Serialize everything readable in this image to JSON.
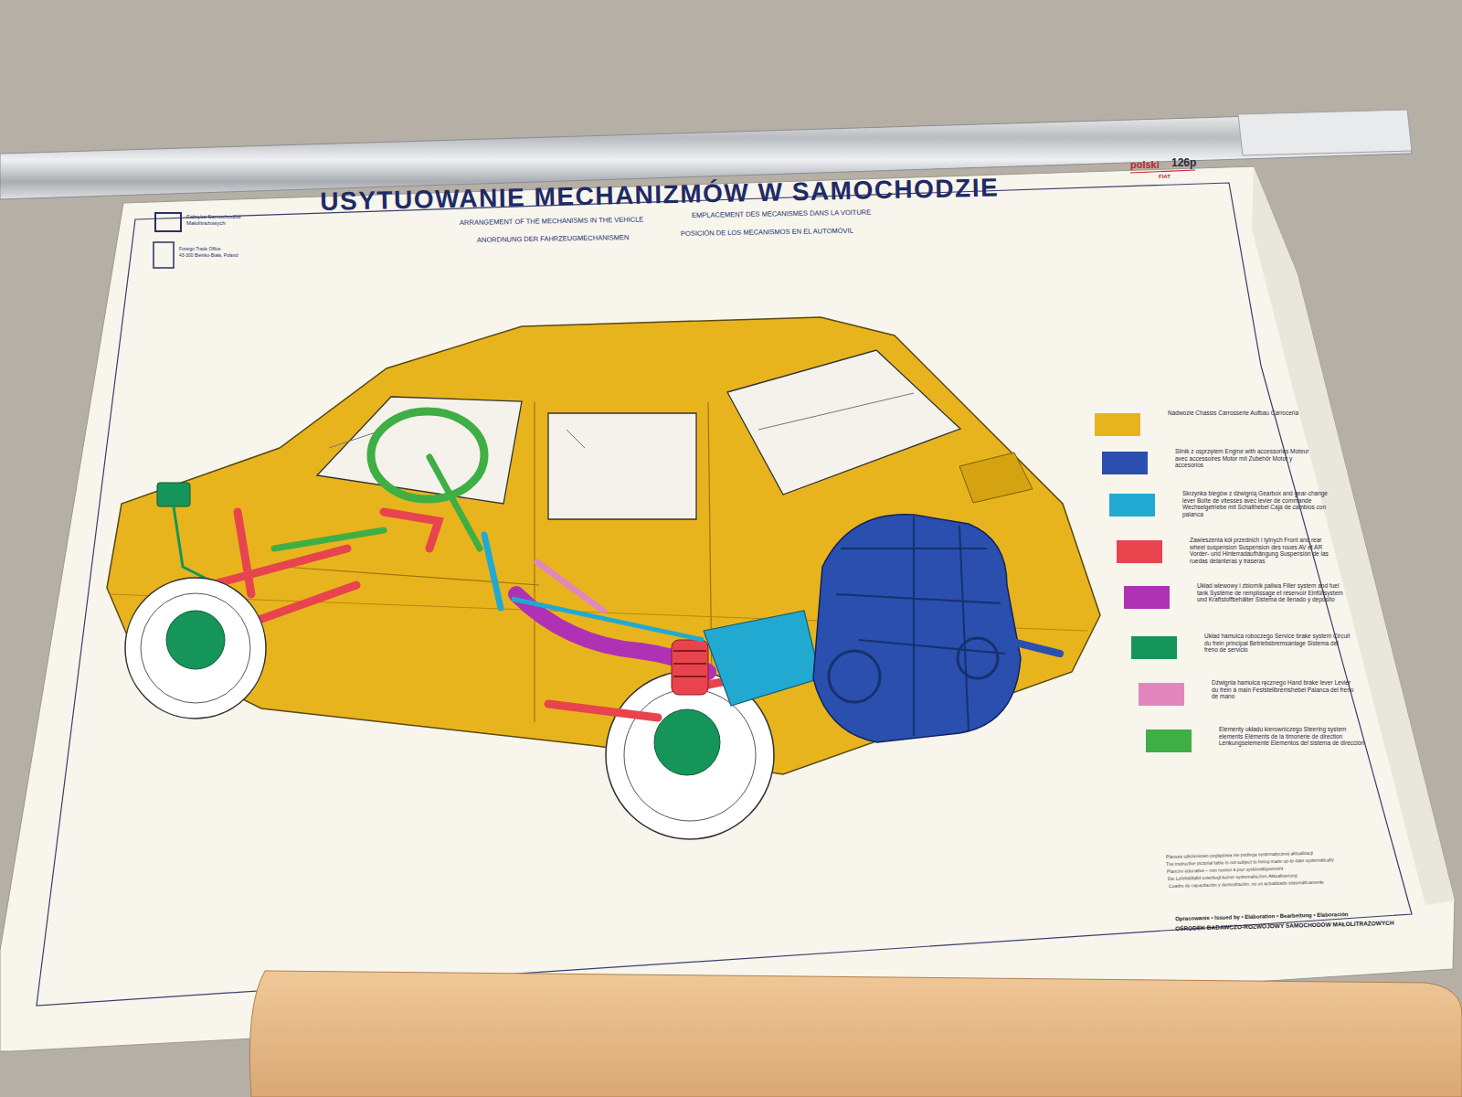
{
  "diagram": {
    "title": "USYTUOWANIE MECHANIZMÓW W SAMOCHODZIE",
    "labels": [
      "ARRANGEMENT OF THE MECHANISMS IN THE VEHICLE",
      "EMPLACEMENT DES MECANISMES DANS LA VOITURE",
      "ANORDNUNG DER FAHRZEUGMECHANISMEN",
      "POSICIÓN DE LOS MECANISMOS EN EL AUTOMÓVIL",
      "Fabryka Samochodów Małolitrażowych",
      "Foreign Trade Office",
      "43-300 Bielsko-Biała, Poland",
      "polski",
      "126p",
      "FIAT",
      "Plansza szkoleniowo-poglądowa nie podlega systematycznej aktualizacji",
      "The instructive pictorial table is not subject to being made up-to-date systematically",
      "Planche éducative – non remise à jour systématiquement",
      "Die Lehrbildtafel unterliegt keiner systematischen Aktualisierung",
      "Cuadro de capacitación y demostración, no es actualizado sistemáticamente",
      "Opracowanie • Issued by • Elaboration • Bearbeitung • Elaboración",
      "OŚRODEK BADAWCZO-ROZWOJOWY SAMOCHODÓW MAŁOLITRAŻOWYCH"
    ],
    "legend": [
      {
        "text": "Nadwozie Chassis Carrosserie Aufbau Carroceria",
        "color": "#e8b41e"
      },
      {
        "text": "Silnik z osprzętem Engine with accessories Moteur avec accessoires Motor mit Zubehör Motor y accesorios",
        "color": "#2a4fae"
      },
      {
        "text": "Skrzynka biegów z dźwignią Gearbox and gear-change lever Boîte de vitesses avec levier de commande Wechselgetriebe mit Schalthebel Caja de cambios con palanca",
        "color": "#22a9d2"
      },
      {
        "text": "Zawieszenia kół przednich i tylnych Front and rear wheel suspension Suspension des roues AV et AR Vorder- und Hinterradaufhängung Suspensión de las ruedas delanteras y traseras",
        "color": "#e8444e"
      },
      {
        "text": "Układ wlewowy i zbiornik paliwa Filler system and fuel tank Système de remplissage et réservoir Einfüllsystem und Kraftstoffbehälter Sistema de llenado y depósito",
        "color": "#b032b4"
      },
      {
        "text": "Układ hamulca roboczego Service brake system Circuit du frein principal Betriebsbremsanlage Sistema del freno de servicio",
        "color": "#16955a"
      },
      {
        "text": "Dźwignia hamulca ręcznego Hand brake lever Levier du frein à main Feststellbremshebel Palanca del freno de mano",
        "color": "#e287bd"
      },
      {
        "text": "Elementy układu kierowniczego Steering system elements Eléments de la timonerie de direction Lenkungselemente Elementos del sistema de dirección",
        "color": "#3fae45"
      }
    ]
  }
}
